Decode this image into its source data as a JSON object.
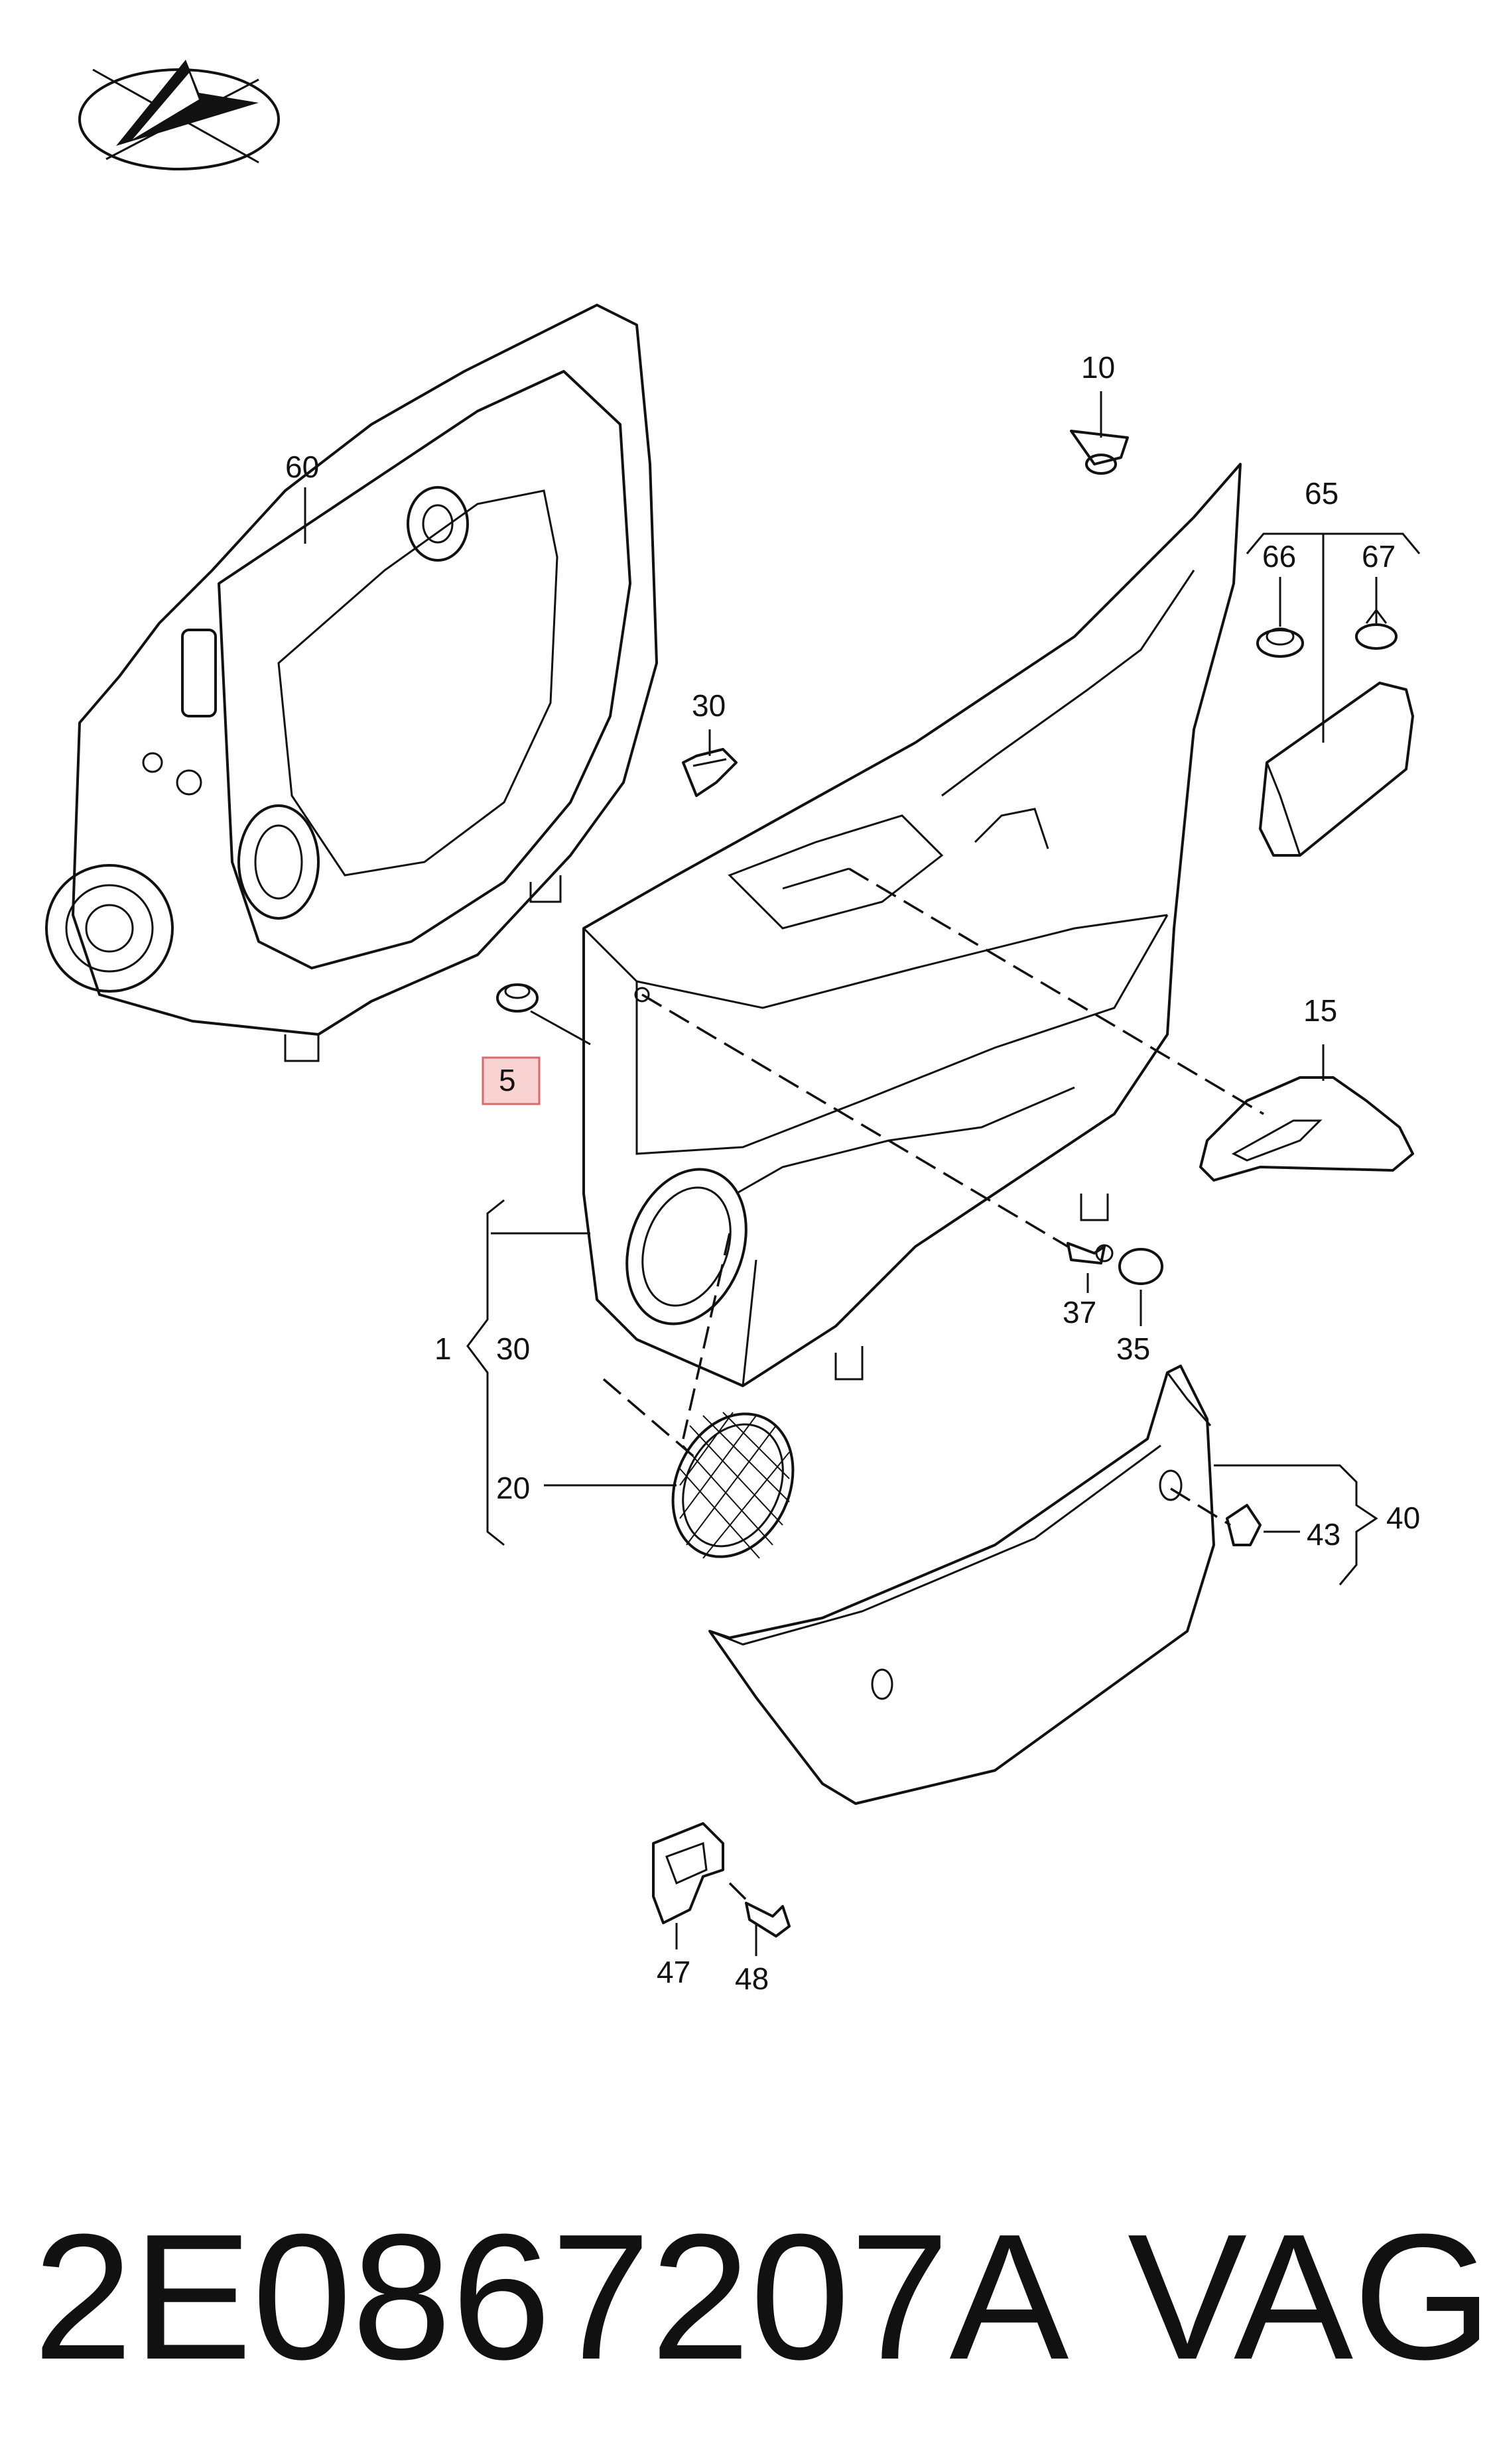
{
  "diagram": {
    "labels": {
      "p60": "60",
      "p10": "10",
      "p30a": "30",
      "p65": "65",
      "p66": "66",
      "p67": "67",
      "p5": "5",
      "p15": "15",
      "p1": "1",
      "p30b": "30",
      "p20": "20",
      "p37": "37",
      "p35": "35",
      "p40": "40",
      "p43": "43",
      "p47": "47",
      "p48": "48"
    },
    "highlight_color": "#f9d2d2",
    "highlight_stroke": "#d86a6a"
  },
  "footer": {
    "part_number": "2E0867207A",
    "brand": "VAG"
  }
}
